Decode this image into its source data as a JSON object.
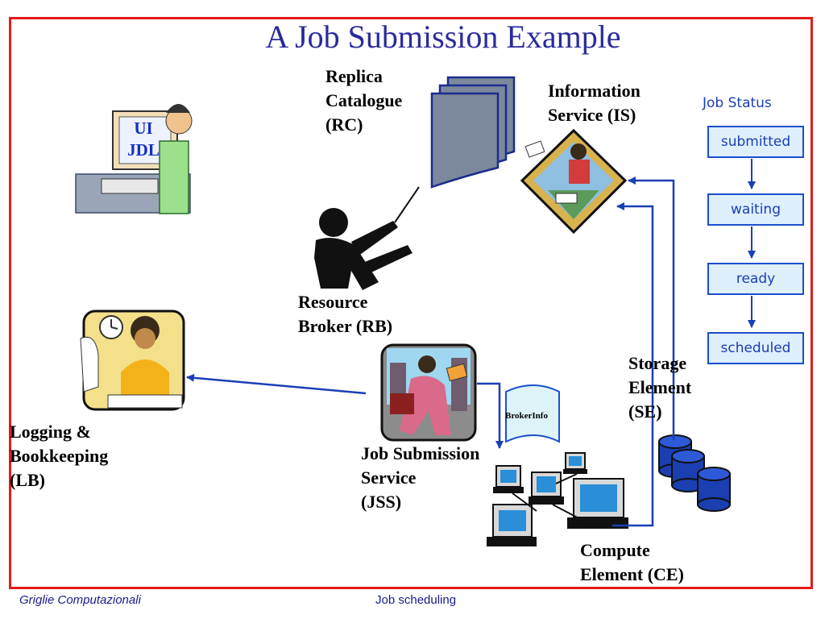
{
  "title": "A Job Submission Example",
  "labels": {
    "rc": [
      "Replica",
      "Catalogue",
      "(RC)"
    ],
    "is": [
      "Information",
      "Service (IS)"
    ],
    "rb": [
      "Resource",
      "Broker (RB)"
    ],
    "lb": [
      "Logging &",
      "Bookkeeping",
      "(LB)"
    ],
    "jss": [
      "Job Submission",
      "Service",
      "(JSS)"
    ],
    "se": [
      "Storage",
      "Element",
      "(SE)"
    ],
    "ce": [
      "Compute",
      "Element (CE)"
    ]
  },
  "ui_screen": [
    "UI",
    "JDL"
  ],
  "broker_info": "BrokerInfo",
  "job_status": {
    "title": "Job Status",
    "states": [
      "submitted",
      "waiting",
      "ready",
      "scheduled"
    ]
  },
  "footer": {
    "left": "Griglie Computazionali",
    "center": "Job scheduling"
  },
  "colors": {
    "frame": "#e51b1b",
    "title": "#2b2b9c",
    "arrow": "#1a3fb5",
    "status_fill": "#dfeffc"
  }
}
